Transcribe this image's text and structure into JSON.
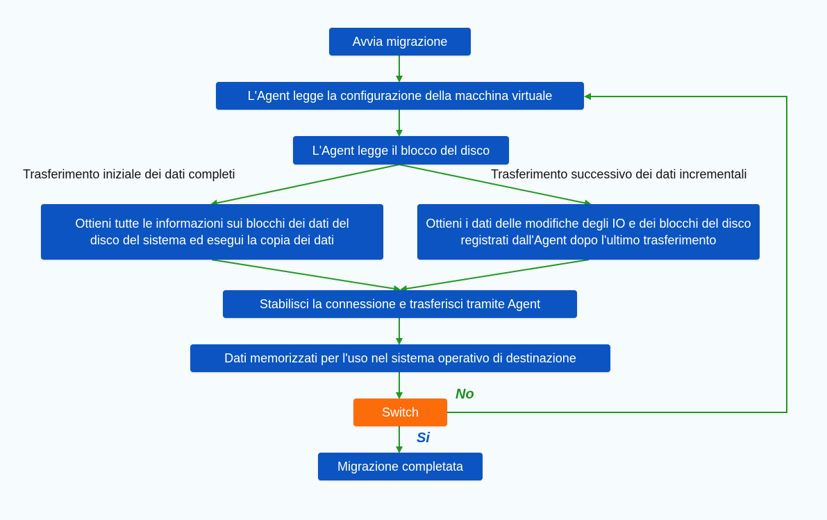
{
  "nodes": {
    "start": "Avvia migrazione",
    "read_config": "L'Agent legge la configurazione della macchina virtuale",
    "read_block": "L'Agent legge il blocco del disco",
    "full_copy": "Ottieni tutte le informazioni sui blocchi dei dati del disco del sistema ed esegui la copia dei dati",
    "incremental": "Ottieni i dati delle modifiche degli IO e dei blocchi del disco registrati dall'Agent dopo l'ultimo trasferimento",
    "connect": "Stabilisci la connessione e trasferisci tramite Agent",
    "stored": "Dati memorizzati per l'uso nel sistema operativo di destinazione",
    "switch": "Switch",
    "done": "Migrazione completata"
  },
  "edge_labels": {
    "full_transfer": "Trasferimento iniziale dei dati completi",
    "incremental_transfer": "Trasferimento successivo dei dati incrementali",
    "no": "No",
    "yes": "Si"
  },
  "colors": {
    "process": "#0b54c2",
    "decision": "#fd6c0b",
    "connector": "#1e9a1e",
    "background": "#f6fbfd"
  }
}
